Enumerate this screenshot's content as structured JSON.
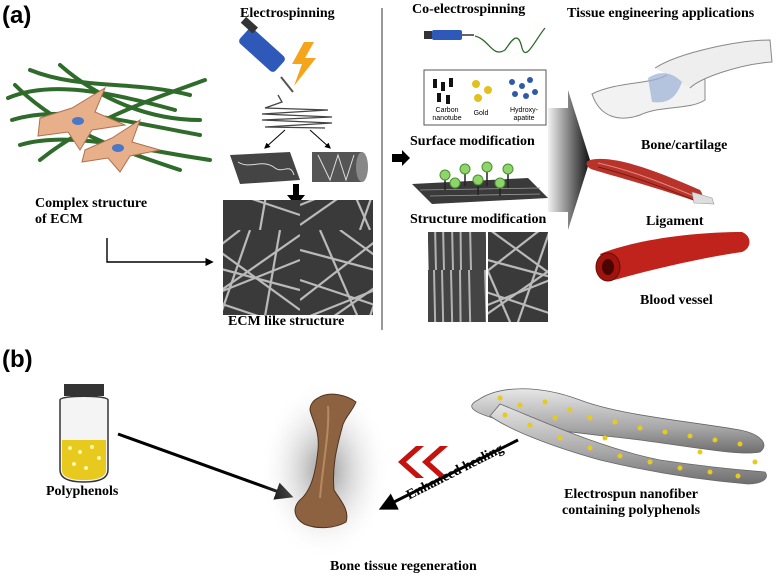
{
  "panel_a": {
    "label": "(a)",
    "ecm_label": "Complex structure\nof ECM",
    "electrospinning_title": "Electrospinning",
    "ecm_like_label": "ECM like structure",
    "co_electrospinning_title": "Co-electrospinning",
    "materials": [
      "Carbon\nnanotube",
      "Gold",
      "Hydroxy-\napatite"
    ],
    "surface_modification_title": "Surface modification",
    "structure_modification_title": "Structure modification",
    "applications_title": "Tissue engineering applications",
    "applications": [
      "Bone/cartilage",
      "Ligament",
      "Blood vessel"
    ]
  },
  "panel_b": {
    "label": "(b)",
    "polyphenols_label": "Polyphenols",
    "nanofiber_label": "Electrospun nanofiber\ncontaining polyphenols",
    "arrow_label": "Enhanced healing",
    "bone_label": "Bone tissue regeneration"
  },
  "colors": {
    "fiber_green": "#2f6b2a",
    "cell_tan": "#e8b08a",
    "syringe_blue": "#2f59b8",
    "lightning": "#f4a51c",
    "muscle_red": "#b8332a",
    "vessel_red": "#c0231b",
    "chevron_red": "#c4120f",
    "polyphenol_yellow": "#e8c91d",
    "bone_brown": "#8c6241"
  }
}
